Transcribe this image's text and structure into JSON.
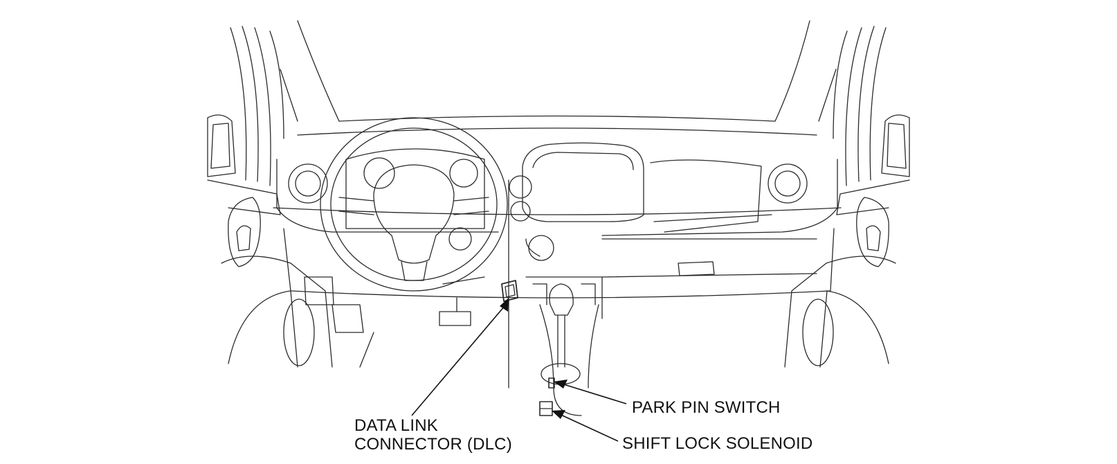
{
  "labels": {
    "dlc_line1": "DATA LINK",
    "dlc_line2": "CONNECTOR (DLC)",
    "park_pin_switch": "PARK PIN SWITCH",
    "shift_lock_solenoid": "SHIFT LOCK SOLENOID"
  },
  "colors": {
    "line": "#2a2a2a",
    "text": "#111111",
    "background": "#ffffff"
  }
}
